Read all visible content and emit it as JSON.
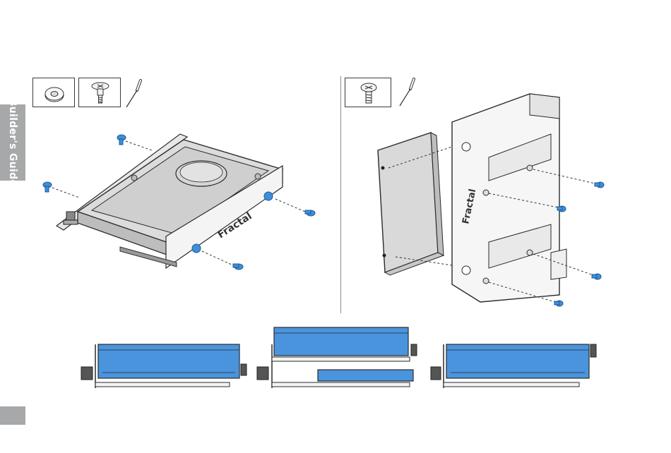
{
  "side_tab": {
    "label": "Builder's Guide"
  },
  "brand": {
    "logo_text": "Fractal"
  },
  "colors": {
    "accent_blue": "#3f8fd8",
    "part_blue": "#4a94de",
    "tab_gray": "#a7a8aa",
    "line": "#2a2a2a",
    "drive_gray": "#e6e6e6"
  },
  "icons": {
    "left_tools": [
      "grommet-icon",
      "shoulder-screw-icon",
      "screwdriver-icon"
    ],
    "right_tools": [
      "screw-icon",
      "screwdriver-icon"
    ]
  },
  "panels": {
    "left": "hdd-3.5-mounting-illustration",
    "right": "ssd-2.5-bracket-illustration",
    "bottom": [
      "hdd-side-view-1",
      "hdd-ssd-side-view-2",
      "hdd-side-view-3"
    ]
  }
}
